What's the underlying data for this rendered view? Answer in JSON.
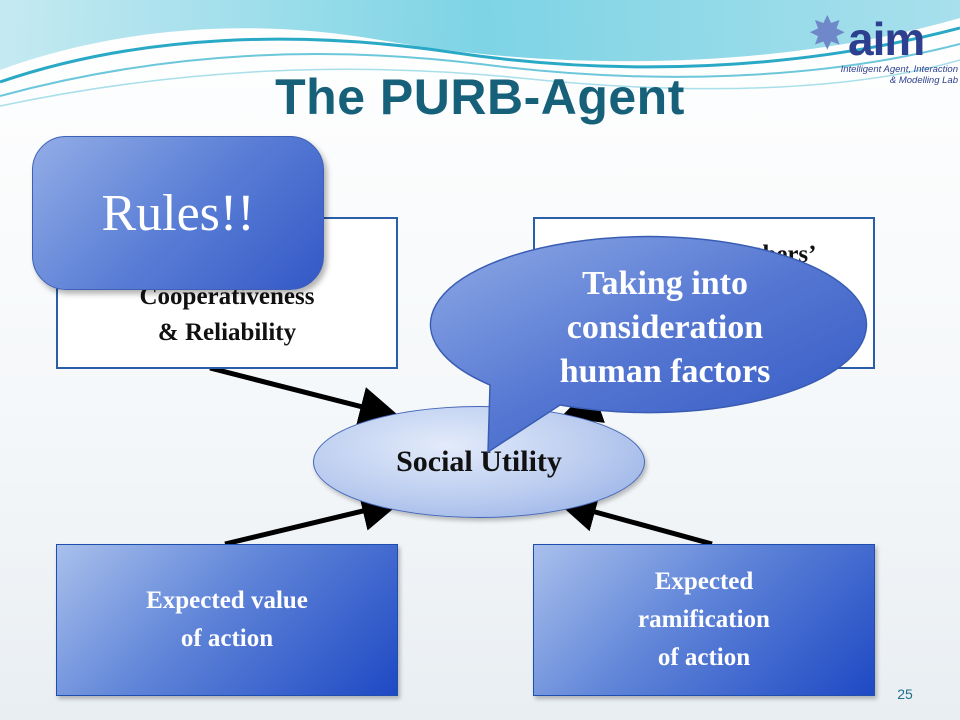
{
  "slide": {
    "title": "The PURB-Agent",
    "page_number": "25"
  },
  "logo": {
    "mark": "aim",
    "line1": "Intelligent Agent, Interaction",
    "line2": "& Modelling Lab"
  },
  "boxes": {
    "top_left": {
      "line1": "Cooperativeness",
      "line2": "& Reliability"
    },
    "top_right": {
      "line1": "Estimation of others’"
    },
    "bottom_left": {
      "line1": "Expected value",
      "line2": "of action"
    },
    "bottom_right": {
      "line1": "Expected",
      "line2": "ramification",
      "line3": "of action"
    }
  },
  "center": {
    "label": "Social Utility"
  },
  "callouts": {
    "rules": "Rules!!",
    "bubble": {
      "line1": "Taking into",
      "line2": "consideration",
      "line3": "human factors"
    }
  },
  "colors": {
    "title": "#17607a",
    "box_border": "#2a5ea8",
    "blue_fill": "#3f66cf",
    "wave_teal": "#39b7cf"
  }
}
